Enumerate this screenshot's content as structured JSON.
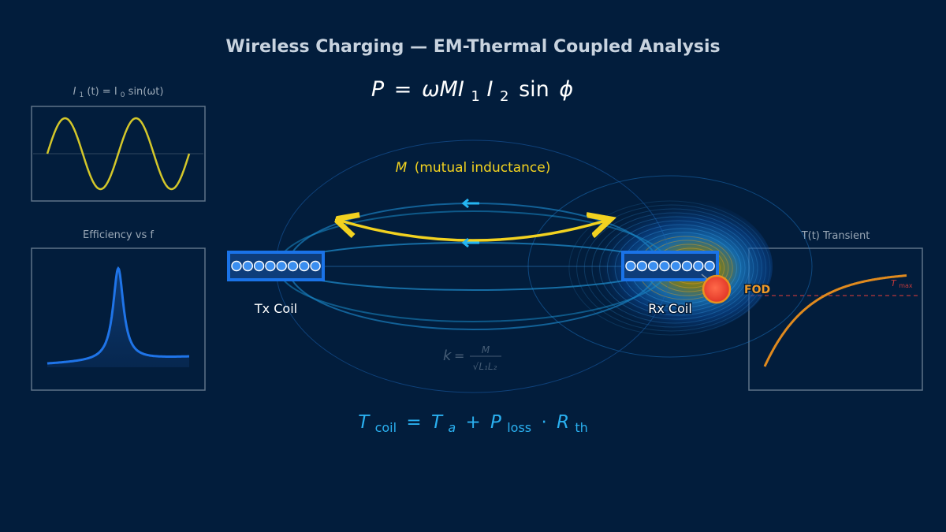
{
  "title": "Wireless Charging — EM-Thermal Coupled Analysis",
  "equations": {
    "power": {
      "P": "P",
      "eq": "=",
      "omega": "ωMI",
      "sub1": "1",
      "I2": "I",
      "sub2": "2",
      "sin": "sin",
      "phi": "ϕ"
    },
    "temperature": {
      "T": "T",
      "coil": "coil",
      "eq": "=",
      "Ta": "T",
      "a": "a",
      "plus": "+",
      "P": "P",
      "loss": "loss",
      "dot": "·",
      "R": "R",
      "th": "th"
    },
    "coupling": {
      "k": "k",
      "eq": "=",
      "num": "M",
      "den": "√L₁L₂"
    },
    "current": {
      "I": "I",
      "sub1": "1",
      "t": "(t) = I",
      "sub0": "0",
      "rest": "sin(ωt)"
    }
  },
  "labels": {
    "mutual_m": "M",
    "mutual_text": "(mutual inductance)",
    "tx_coil": "Tx Coil",
    "rx_coil": "Rx Coil",
    "fod": "FOD",
    "efficiency_title": "Efficiency vs f",
    "transient_title": "T(t) Transient",
    "tmax_T": "T",
    "tmax_sub": "max"
  },
  "coil_turns": 8,
  "colors": {
    "background": "#021d3c",
    "title": "#c8d3df",
    "coil_border": "#1a73e8",
    "coil_fill": "#0e3d7a",
    "current_wave": "#d4c72a",
    "efficiency_curve": "#1f74e8",
    "transient_curve": "#e08a1e",
    "fod": "#f04a2e",
    "mutual_arrow": "#f2d220",
    "flow_arrow": "#25b6f2",
    "temp_formula": "#2ab0f0",
    "panel_border": "#5e7388",
    "tmax_line": "#c0393b"
  }
}
